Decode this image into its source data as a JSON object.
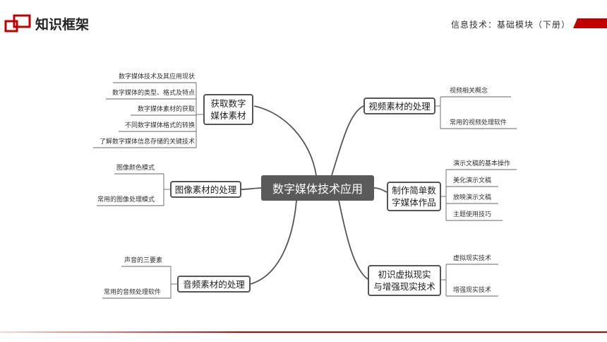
{
  "header": {
    "title": "知识框架",
    "subject": "信息技术：基础模块（下册）"
  },
  "colors": {
    "accent": "#c00000",
    "node_border": "#555555",
    "root_fill": "#5a5a5a"
  },
  "mindmap": {
    "root": "数字媒体技术应用",
    "branches": [
      {
        "label": "获取数字\n媒体素材",
        "items": [
          "数字媒体技术及其应用现状",
          "数字媒体的类型、格式及特点",
          "数字媒体素材的获取",
          "不同数字媒体格式的转换",
          "了解数字媒体信息存储的关键技术"
        ]
      },
      {
        "label": "图像素材的处理",
        "items": [
          "图像颜色模式",
          "常用的图像处理模式"
        ]
      },
      {
        "label": "音频素材的处理",
        "items": [
          "声音的三要素",
          "常用的音频处理软件"
        ]
      },
      {
        "label": "视频素材的处理",
        "items": [
          "视频相关概念",
          "常用的视频处理软件"
        ]
      },
      {
        "label": "制作简单数\n字媒体作品",
        "items": [
          "演示文稿的基本操作",
          "美化演示文稿",
          "放映演示文稿",
          "主题使用技巧"
        ]
      },
      {
        "label": "初识虚拟现实\n与增强现实技术",
        "items": [
          "虚拟现实技术",
          "增强现实技术"
        ]
      }
    ]
  }
}
